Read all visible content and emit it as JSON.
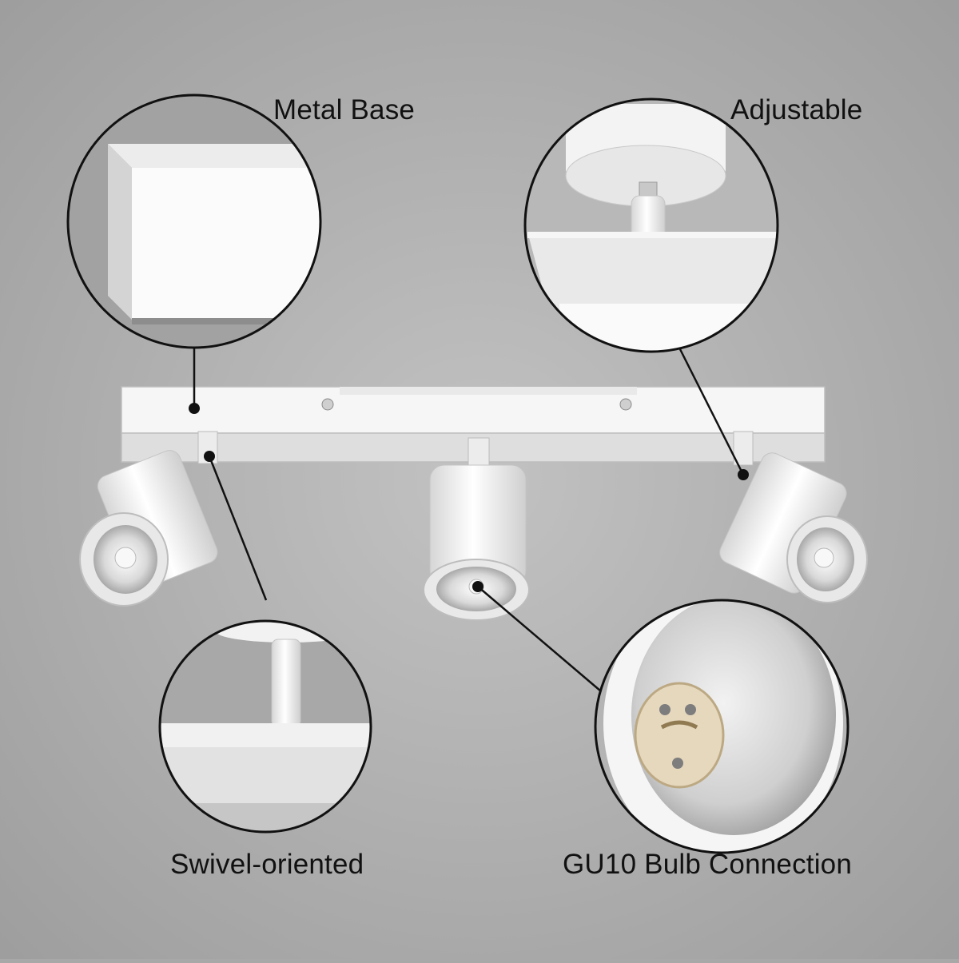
{
  "labels": {
    "metal_base": "Metal Base",
    "adjustable": "Adjustable",
    "swivel_oriented": "Swivel-oriented",
    "gu10_connection": "GU10 Bulb Connection"
  },
  "colors": {
    "background": "#a8a8a8",
    "fixture_white": "#f4f4f4",
    "outline": "#111111",
    "ceramic": "#e6d8bd"
  }
}
